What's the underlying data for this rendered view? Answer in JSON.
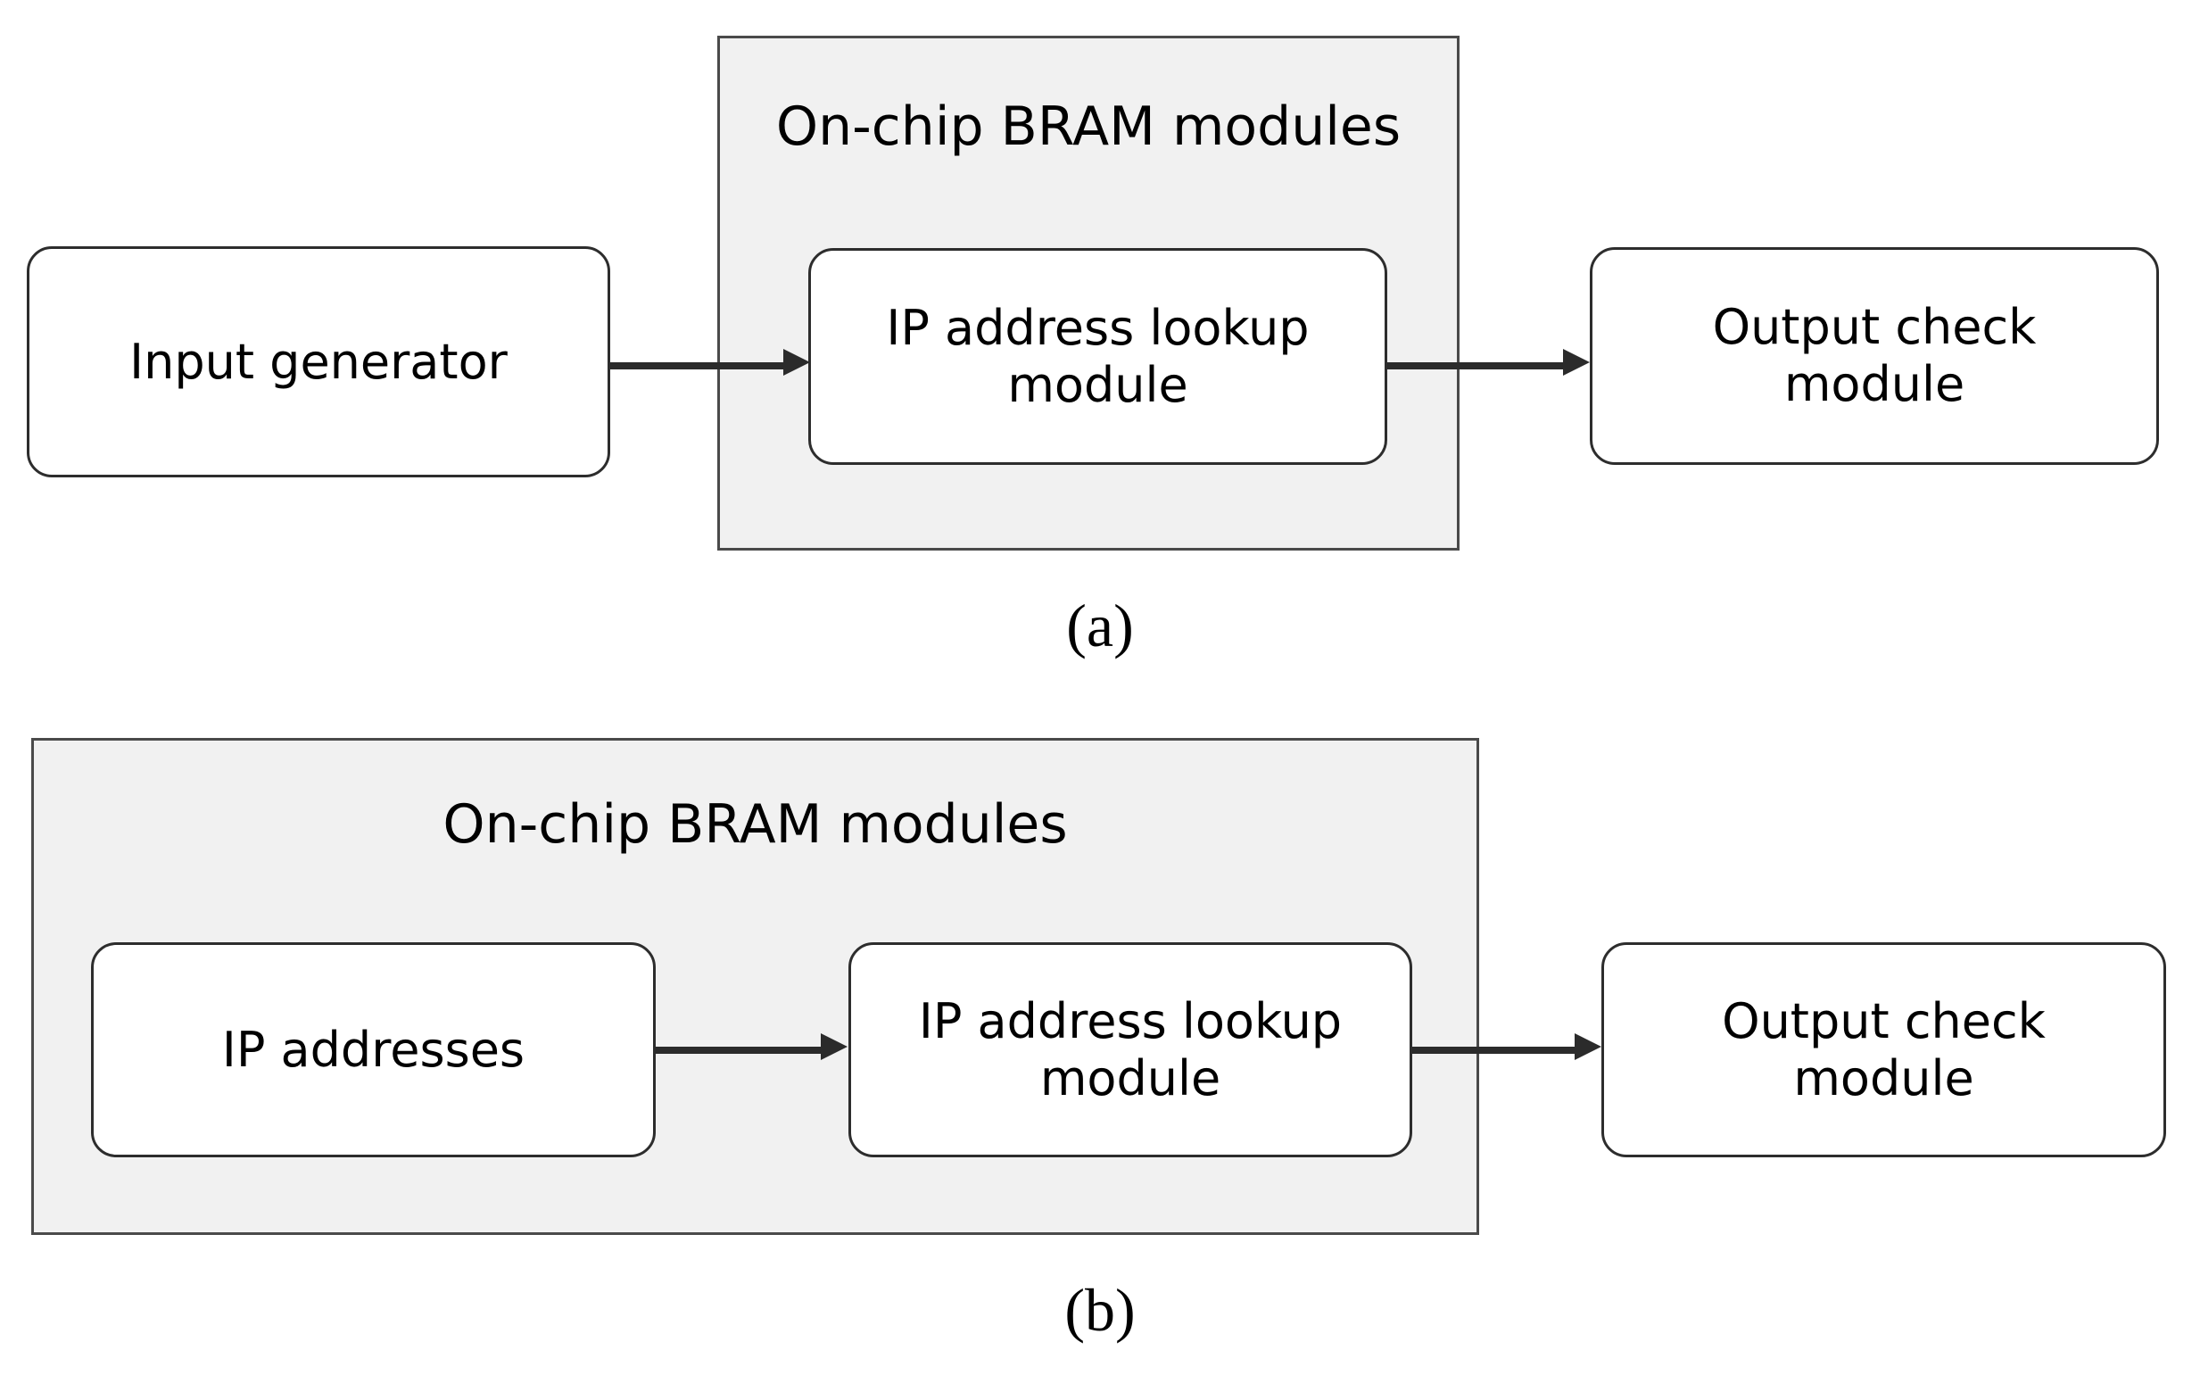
{
  "figure": {
    "panels": [
      {
        "caption": "(a)",
        "bram_container_title": "On-chip BRAM modules",
        "nodes": [
          {
            "id": "input-generator",
            "lines": [
              "Input generator"
            ]
          },
          {
            "id": "ip-address-lookup-module",
            "lines": [
              "IP address lookup",
              "module"
            ]
          },
          {
            "id": "output-check-module",
            "lines": [
              "Output check",
              "module"
            ]
          }
        ],
        "connectors": [
          {
            "from": "input-generator",
            "to": "ip-address-lookup-module"
          },
          {
            "from": "ip-address-lookup-module",
            "to": "output-check-module"
          }
        ]
      },
      {
        "caption": "(b)",
        "bram_container_title": "On-chip BRAM modules",
        "nodes": [
          {
            "id": "ip-addresses",
            "lines": [
              "IP addresses"
            ]
          },
          {
            "id": "ip-address-lookup-module",
            "lines": [
              "IP address lookup",
              "module"
            ]
          },
          {
            "id": "output-check-module",
            "lines": [
              "Output check",
              "module"
            ]
          }
        ],
        "connectors": [
          {
            "from": "ip-addresses",
            "to": "ip-address-lookup-module"
          },
          {
            "from": "ip-address-lookup-module",
            "to": "output-check-module"
          }
        ]
      }
    ],
    "colors": {
      "background": "#ffffff",
      "container_fill": "#f1f1f1",
      "container_border": "#4a4a4a",
      "node_fill": "#ffffff",
      "node_border": "#2d2d2d",
      "arrow": "#2b2b2b",
      "text": "#000000"
    }
  }
}
